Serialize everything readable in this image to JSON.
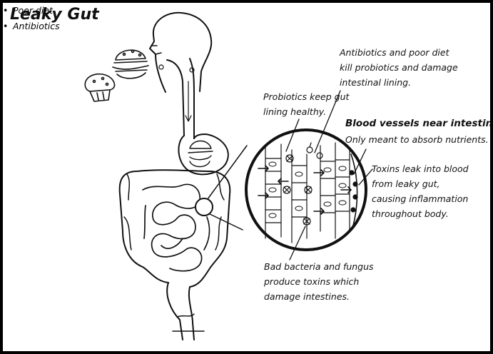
{
  "title": "Leaky Gut",
  "causes": [
    "Poor diet",
    "Antibiotics"
  ],
  "labels": {
    "antibiotics_note": [
      "Antibiotics and poor diet",
      "kill probiotics and damage",
      "intestinal lining."
    ],
    "probiotics_note": [
      "Probiotics keep gut",
      "lining healthy."
    ],
    "blood_vessels_title": "Blood vessels near intestines",
    "blood_vessels_sub": "Only meant to absorb nutrients.",
    "toxins_note": [
      "Toxins leak into blood",
      "from leaky gut,",
      "causing inflammation",
      "throughout body."
    ],
    "bacteria_note": [
      "Bad bacteria and fungus",
      "produce toxins which",
      "damage intestines."
    ]
  }
}
